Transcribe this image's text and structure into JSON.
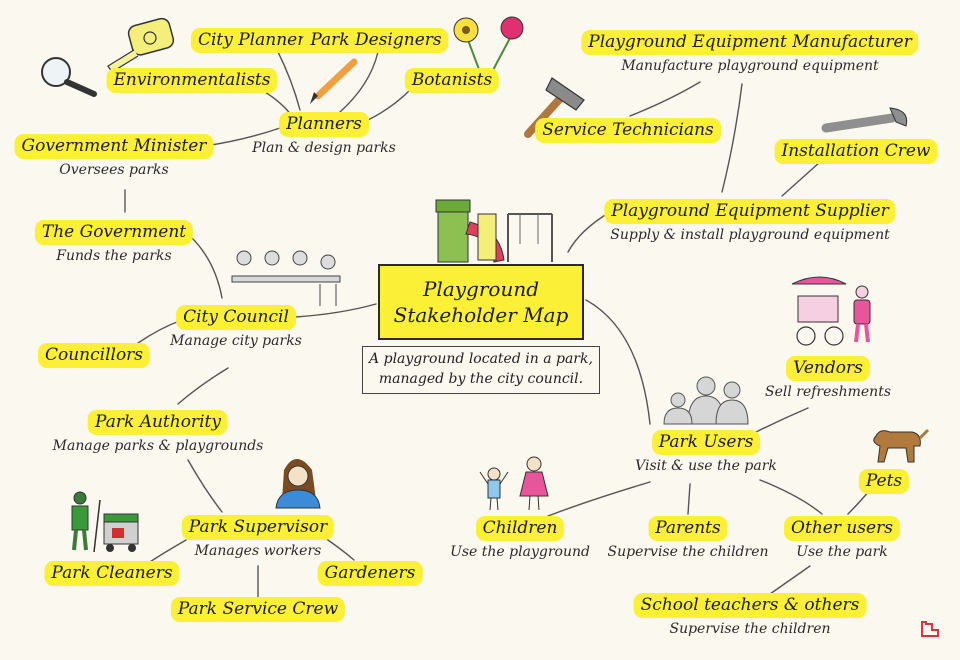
{
  "center": {
    "title_line1": "Playground",
    "title_line2": "Stakeholder Map",
    "description_line1": "A playground located in a park,",
    "description_line2": "managed by the city council."
  },
  "stakeholders": {
    "city_planners": {
      "label": "City Planners"
    },
    "park_designers": {
      "label": "Park Designers"
    },
    "environmentalists": {
      "label": "Environmentalists"
    },
    "botanists": {
      "label": "Botanists"
    },
    "planners": {
      "label": "Planners",
      "role": "Plan & design parks"
    },
    "government_minister": {
      "label": "Government Minister",
      "role": "Oversees parks"
    },
    "the_government": {
      "label": "The Government",
      "role": "Funds the parks"
    },
    "city_council": {
      "label": "City Council",
      "role": "Manage city parks"
    },
    "councillors": {
      "label": "Councillors"
    },
    "park_authority": {
      "label": "Park Authority",
      "role": "Manage parks & playgrounds"
    },
    "park_supervisor": {
      "label": "Park Supervisor",
      "role": "Manages workers"
    },
    "park_cleaners": {
      "label": "Park Cleaners"
    },
    "gardeners": {
      "label": "Gardeners"
    },
    "park_service_crew": {
      "label": "Park Service Crew"
    },
    "equipment_manufacturer": {
      "label": "Playground Equipment Manufacturer",
      "role": "Manufacture playground equipment"
    },
    "service_technicians": {
      "label": "Service Technicians"
    },
    "installation_crew": {
      "label": "Installation Crew"
    },
    "equipment_supplier": {
      "label": "Playground Equipment Supplier",
      "role": "Supply & install playground equipment"
    },
    "vendors": {
      "label": "Vendors",
      "role": "Sell refreshments"
    },
    "park_users": {
      "label": "Park Users",
      "role": "Visit & use the park"
    },
    "pets": {
      "label": "Pets"
    },
    "children": {
      "label": "Children",
      "role": "Use the playground"
    },
    "parents": {
      "label": "Parents",
      "role": "Supervise the children"
    },
    "other_users": {
      "label": "Other users",
      "role": "Use the park"
    },
    "school_teachers": {
      "label": "School teachers & others",
      "role": "Supervise the children"
    }
  },
  "colors": {
    "highlight": "#fbf035",
    "background": "#fbf8ef",
    "connector": "#555555"
  },
  "illustrations": [
    "tape-measure-icon",
    "magnifying-glass-icon",
    "pencil-icon",
    "flowers-icon",
    "hammer-icon",
    "wrench-icon",
    "playground-icon",
    "council-meeting-icon",
    "cart-vendor-icon",
    "users-icon",
    "dog-icon",
    "children-icon",
    "supervisor-icon",
    "cleaner-icon",
    "logo-icon"
  ]
}
